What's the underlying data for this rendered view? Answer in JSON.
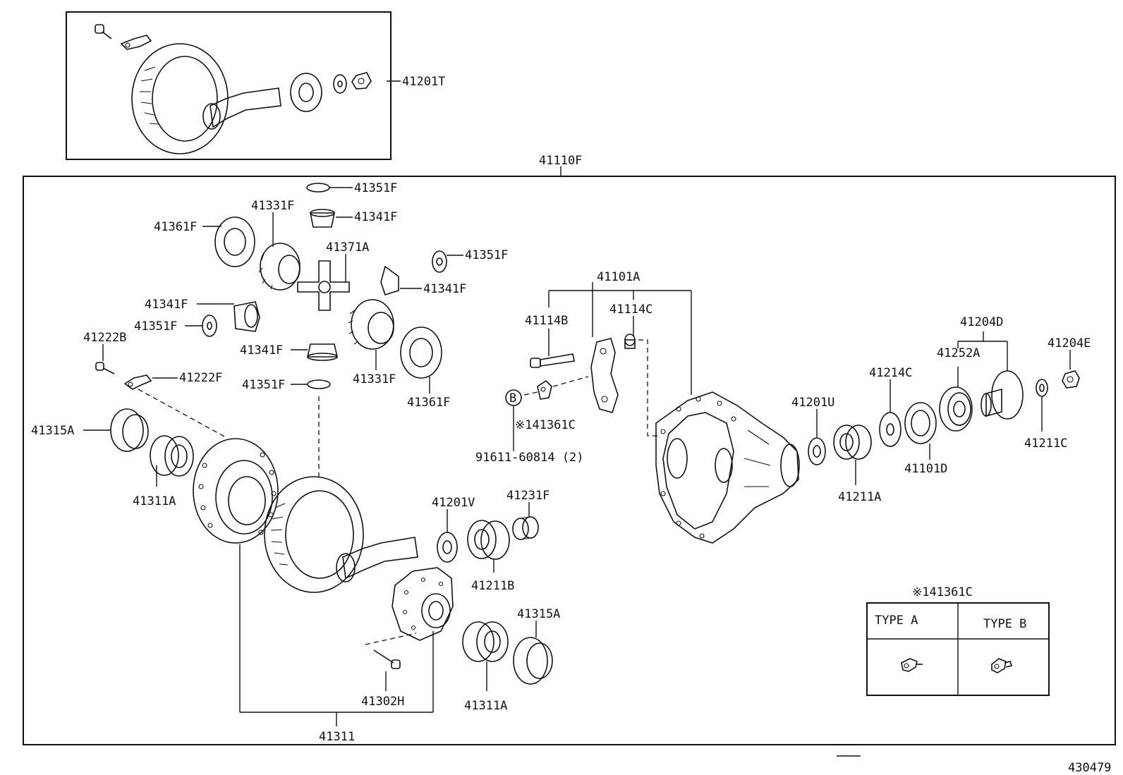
{
  "assembly_label": "41110F",
  "kit_label": "41201T",
  "drawing_number": "430479",
  "parts": {
    "p41351F_top": "41351F",
    "p41341F_top": "41341F",
    "p41331F_a": "41331F",
    "p41361F_a": "41361F",
    "p41371A": "41371A",
    "p41351F_r": "41351F",
    "p41341F_r": "41341F",
    "p41341F_l": "41341F",
    "p41351F_l": "41351F",
    "p41222B": "41222B",
    "p41341F_b": "41341F",
    "p41331F_b": "41331F",
    "p41222F": "41222F",
    "p41351F_b": "41351F",
    "p41361F_b": "41361F",
    "p41315A_l": "41315A",
    "p41311A_l": "41311A",
    "p41201V": "41201V",
    "p41231F": "41231F",
    "p41211B": "41211B",
    "p41315A_r": "41315A",
    "p41311A_r": "41311A",
    "p41302H": "41302H",
    "p41311": "41311",
    "p41101A": "41101A",
    "p41114B": "41114B",
    "p41114C": "41114C",
    "p141361C": "※141361C",
    "bolt_spec": "91611-60814 (2)",
    "circle_b": "B",
    "p41201U": "41201U",
    "p41211A": "41211A",
    "p41214C": "41214C",
    "p41101D": "41101D",
    "p41204D": "41204D",
    "p41252A": "41252A",
    "p41204E": "41204E",
    "p41211C": "41211C"
  },
  "type_table": {
    "title": "※141361C",
    "type_a": "TYPE  A",
    "type_b": "TYPE  B"
  }
}
